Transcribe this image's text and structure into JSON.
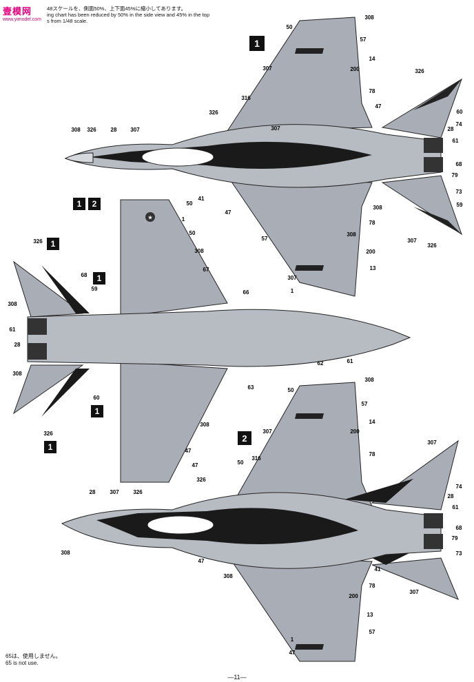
{
  "logo": {
    "brand": "壹模网",
    "url": "www.yimodel.com"
  },
  "header_note": {
    "line1": "48スケールを、側面50%、上下面45%に縮小してあります。",
    "line2": "ing chart has been reduced by 50% in the side view and 45% in the top",
    "line3": "s from 1/48 scale."
  },
  "view_markers": {
    "top": "1",
    "middle_a": "1",
    "middle_b": "2",
    "left_top": "1",
    "left_mid": "1",
    "left_lower": "1",
    "left_bottom": "1",
    "bottom": "2"
  },
  "callouts_top": [
    "50",
    "308",
    "57",
    "14",
    "200",
    "78",
    "307",
    "47",
    "326",
    "60",
    "74",
    "28",
    "61",
    "68",
    "79",
    "73",
    "59",
    "316",
    "326",
    "307",
    "308",
    "326",
    "28",
    "307",
    "308",
    "41",
    "47",
    "308",
    "78",
    "200",
    "13",
    "57",
    "307",
    "326",
    "307",
    "1",
    "47"
  ],
  "callouts_middle": [
    "50",
    "1",
    "50",
    "308",
    "67",
    "326",
    "68",
    "59",
    "308",
    "61",
    "28",
    "308",
    "60",
    "326",
    "66",
    "62",
    "61",
    "63",
    "308",
    "47",
    "47"
  ],
  "callouts_bottom": [
    "50",
    "308",
    "57",
    "14",
    "200",
    "78",
    "307",
    "307",
    "74",
    "28",
    "61",
    "68",
    "79",
    "73",
    "316",
    "50",
    "326",
    "28",
    "307",
    "326",
    "308",
    "41",
    "47",
    "308",
    "78",
    "200",
    "13",
    "57",
    "307",
    "1",
    "47"
  ],
  "footer": {
    "line1": "65は、使用しません。",
    "line2": "65 is not use."
  },
  "page_number": "—11—"
}
